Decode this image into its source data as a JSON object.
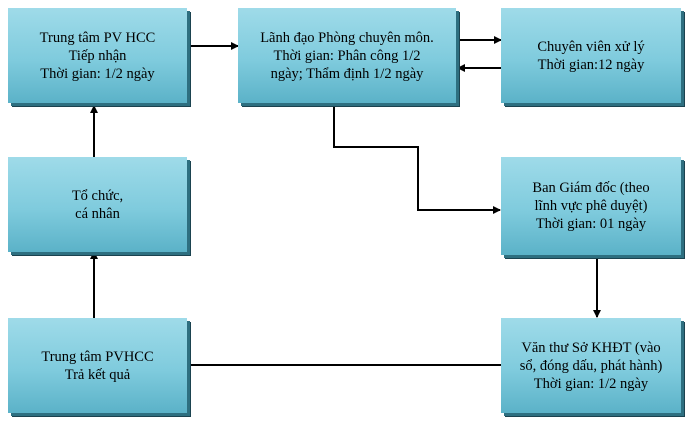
{
  "nodes": {
    "tiep_nhan": {
      "lines": [
        "Trung tâm PV HCC",
        "Tiếp nhận",
        "Thời gian: 1/2 ngày"
      ]
    },
    "lanh_dao": {
      "lines": [
        "Lãnh đạo Phòng chuyên môn.",
        "Thời gian: Phân công 1/2",
        "ngày; Thẩm định 1/2 ngày"
      ]
    },
    "chuyen_vien": {
      "lines": [
        "Chuyên viên xử lý",
        "Thời gian:12 ngày"
      ]
    },
    "to_chuc": {
      "lines": [
        "Tổ chức,",
        "cá nhân"
      ]
    },
    "ban_giam_doc": {
      "lines": [
        "Ban Giám đốc (theo",
        "lĩnh vực phê duyệt)",
        "Thời gian: 01 ngày"
      ]
    },
    "tra_ket_qua": {
      "lines": [
        "Trung tâm PVHCC",
        "Trả kết quả"
      ]
    },
    "van_thu": {
      "lines": [
        "Văn thư Sở KHĐT (vào",
        "sổ, đóng dấu, phát hành)",
        "Thời gian: 1/2 ngày"
      ]
    }
  },
  "colors": {
    "box_fill_top": "#9fdbe9",
    "box_fill_bottom": "#5bb2c8",
    "box_shadow": "#2e6f80",
    "connector": "#000000"
  }
}
